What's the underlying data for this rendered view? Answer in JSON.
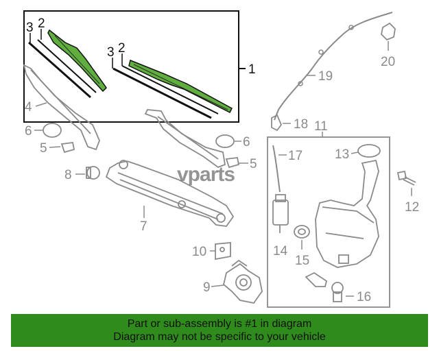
{
  "colors": {
    "highlight": "#5fae3e",
    "footer_bg": "#2e8b1c",
    "line": "#8a8a8a",
    "dark": "#111111"
  },
  "watermark": {
    "text": "vparts"
  },
  "footer": {
    "line1": "Part or sub-assembly is #1 in diagram",
    "line2": "Diagram may not be specific to your vehicle"
  },
  "callouts": {
    "c1": "1",
    "c2a": "2",
    "c3a": "3",
    "c2b": "2",
    "c3b": "3",
    "c4": "4",
    "c5a": "5",
    "c5b": "5",
    "c6a": "6",
    "c6b": "6",
    "c7": "7",
    "c8": "8",
    "c9": "9",
    "c10": "10",
    "c11": "11",
    "c12": "12",
    "c13": "13",
    "c14": "14",
    "c15": "15",
    "c16": "16",
    "c17": "17",
    "c18": "18",
    "c19": "19",
    "c20": "20"
  }
}
